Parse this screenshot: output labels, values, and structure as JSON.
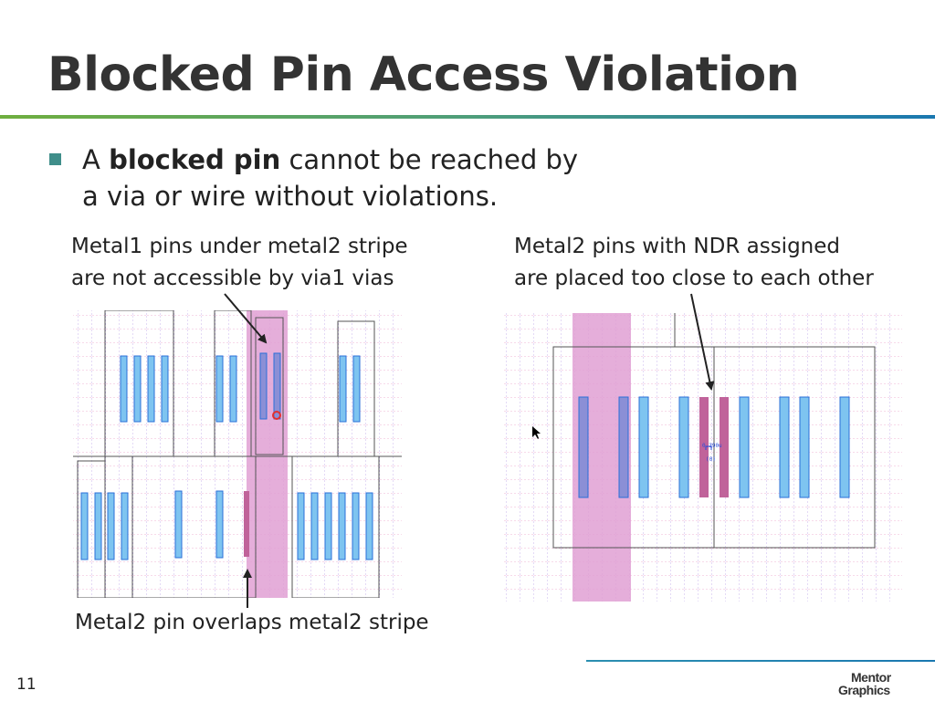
{
  "slide": {
    "title": "Blocked Pin Access Violation",
    "page_number": "11"
  },
  "bullet": {
    "prefix": "A ",
    "bold": "blocked pin",
    "rest": " cannot be reached by a via or wire without violations."
  },
  "captions": {
    "left_top_line1": "Metal1 pins under metal2 stripe",
    "left_top_line2": "are not accessible by via1 vias",
    "right_top_line1": "Metal2 pins with NDR assigned",
    "right_top_line2": "are placed too close to each other",
    "left_bottom": "Metal2 pin overlaps metal2 stripe"
  },
  "figure_labels": {
    "ndr_label_line1": "0.390u",
    "ndr_label_line2": "(0)"
  },
  "logo": {
    "line1": "Mentor",
    "line2": "Graphics"
  },
  "colors": {
    "title": "#333333",
    "bullet": "#3f8e8a",
    "metal1_pin": "#7ec4f0",
    "metal1_pin_stroke": "#2a6fd8",
    "metal2_stripe": "#e0a0d4",
    "metal2_pin": "#c0639a",
    "grid": "#c8b8e8",
    "arrow": "#222222"
  }
}
